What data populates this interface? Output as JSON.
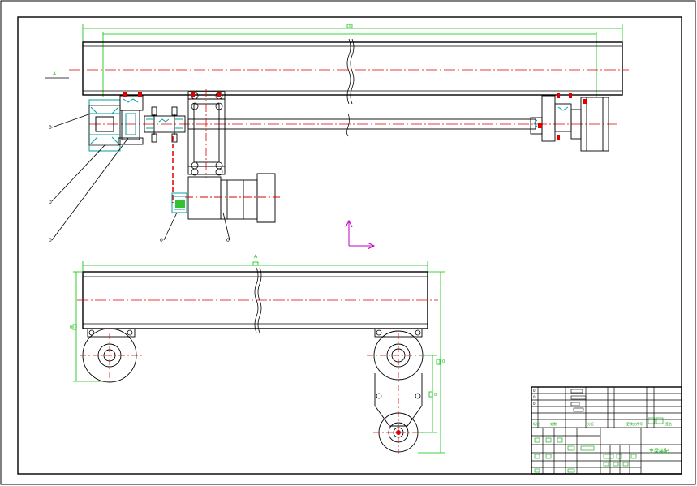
{
  "drawing": {
    "top_view": {
      "overall_dim_label": "0",
      "left_dim_label": "A",
      "callouts": [
        "0",
        "0",
        "0",
        "0",
        "0"
      ]
    },
    "side_view": {
      "length_dim_label": "A",
      "height_dim_label": "0",
      "wheel_dim_labels": [
        "0",
        "0"
      ]
    },
    "title_block": {
      "sheet_title": "主梁装配",
      "col_headers": [
        "标记",
        "处数",
        "分区",
        "更改文件号",
        "签名"
      ],
      "side_codes": [
        "0",
        "0",
        "0"
      ]
    }
  }
}
